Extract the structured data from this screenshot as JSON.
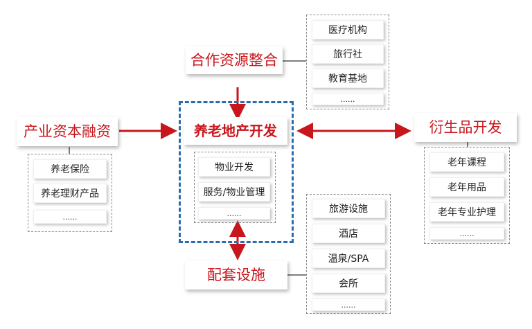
{
  "center": {
    "title": "养老地产开发",
    "items": [
      "物业开发",
      "服务/物业管理",
      "......"
    ]
  },
  "top": {
    "title": "合作资源整合",
    "items": [
      "医疗机构",
      "旅行社",
      "教育基地",
      "......"
    ]
  },
  "left": {
    "title": "产业资本融资",
    "items": [
      "养老保险",
      "养老理财产品",
      "......"
    ]
  },
  "right": {
    "title": "衍生品开发",
    "items": [
      "老年课程",
      "老年用品",
      "老年专业护理",
      "......"
    ]
  },
  "bottom": {
    "title": "配套设施",
    "items": [
      "旅游设施",
      "酒店",
      "温泉/SPA",
      "会所",
      "......"
    ]
  },
  "colors": {
    "accent": "#c8161d",
    "frame": "#2b6cb0"
  }
}
